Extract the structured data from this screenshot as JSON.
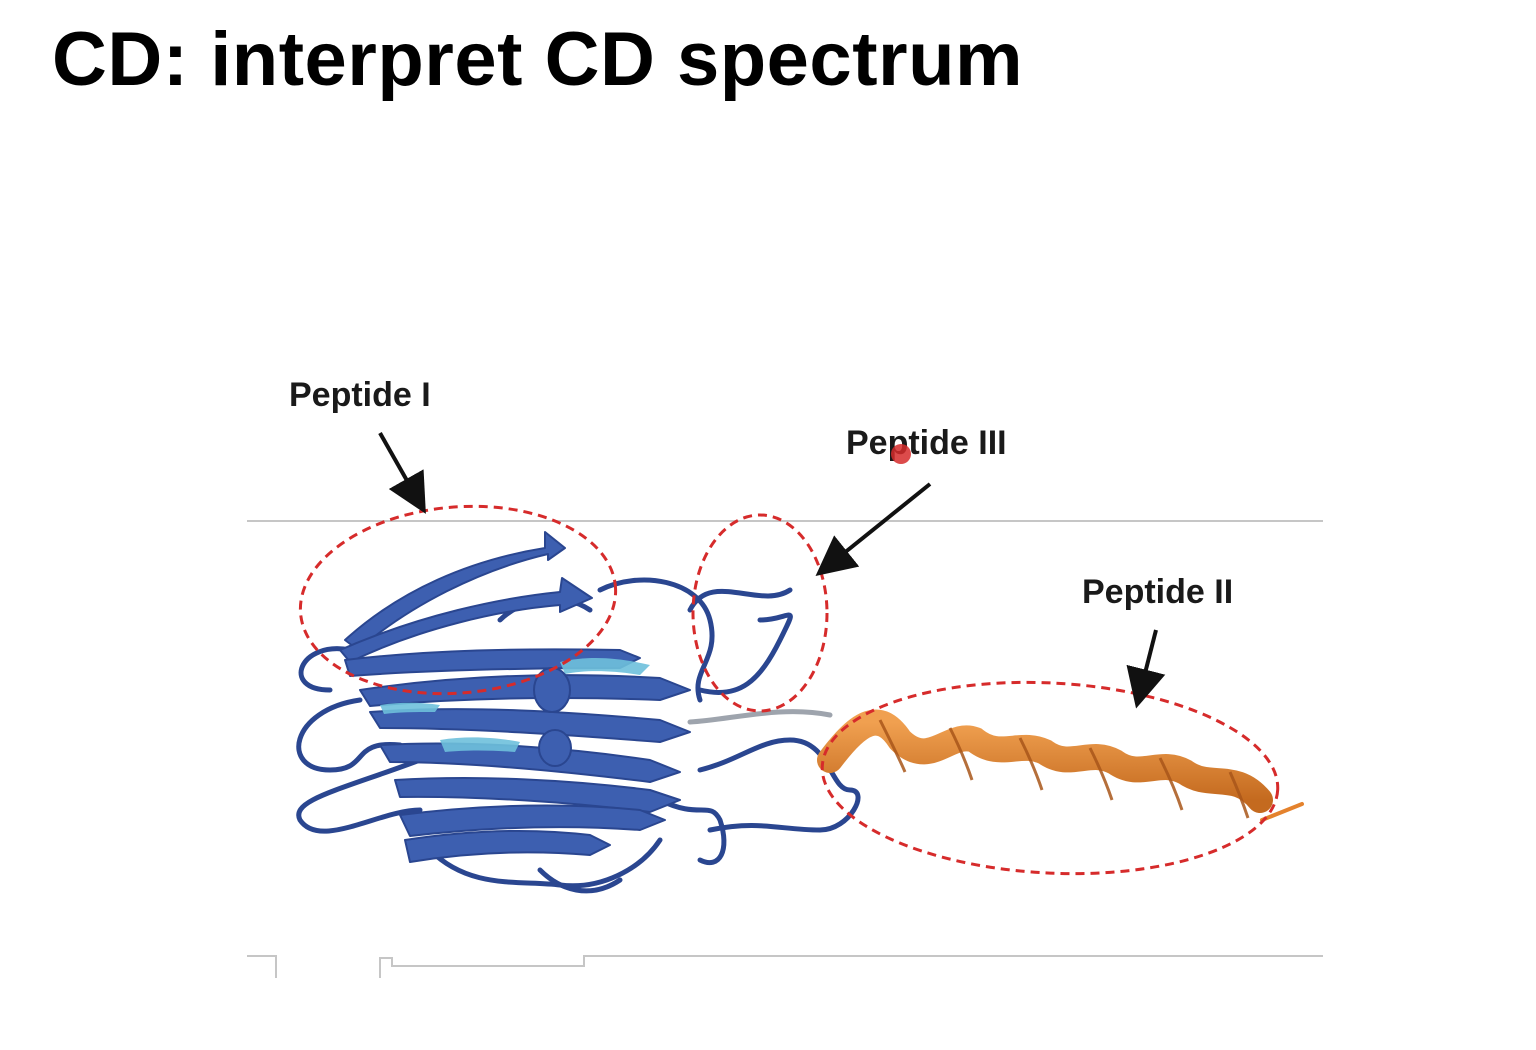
{
  "slide": {
    "title": "CD: interpret CD spectrum"
  },
  "figure": {
    "labels": {
      "peptide_1": "Peptide I",
      "peptide_2": "Peptide II",
      "peptide_3": "Peptide III"
    },
    "colors": {
      "beta_domain": "#3d5fb0",
      "beta_domain_dark": "#2a4690",
      "beta_highlight": "#6ec0dc",
      "helix": "#e4822d",
      "helix_dark": "#a9561a",
      "dashed_circle": "#d62b2b",
      "arrow": "#111111",
      "frame_line": "#c6c6c6"
    }
  }
}
